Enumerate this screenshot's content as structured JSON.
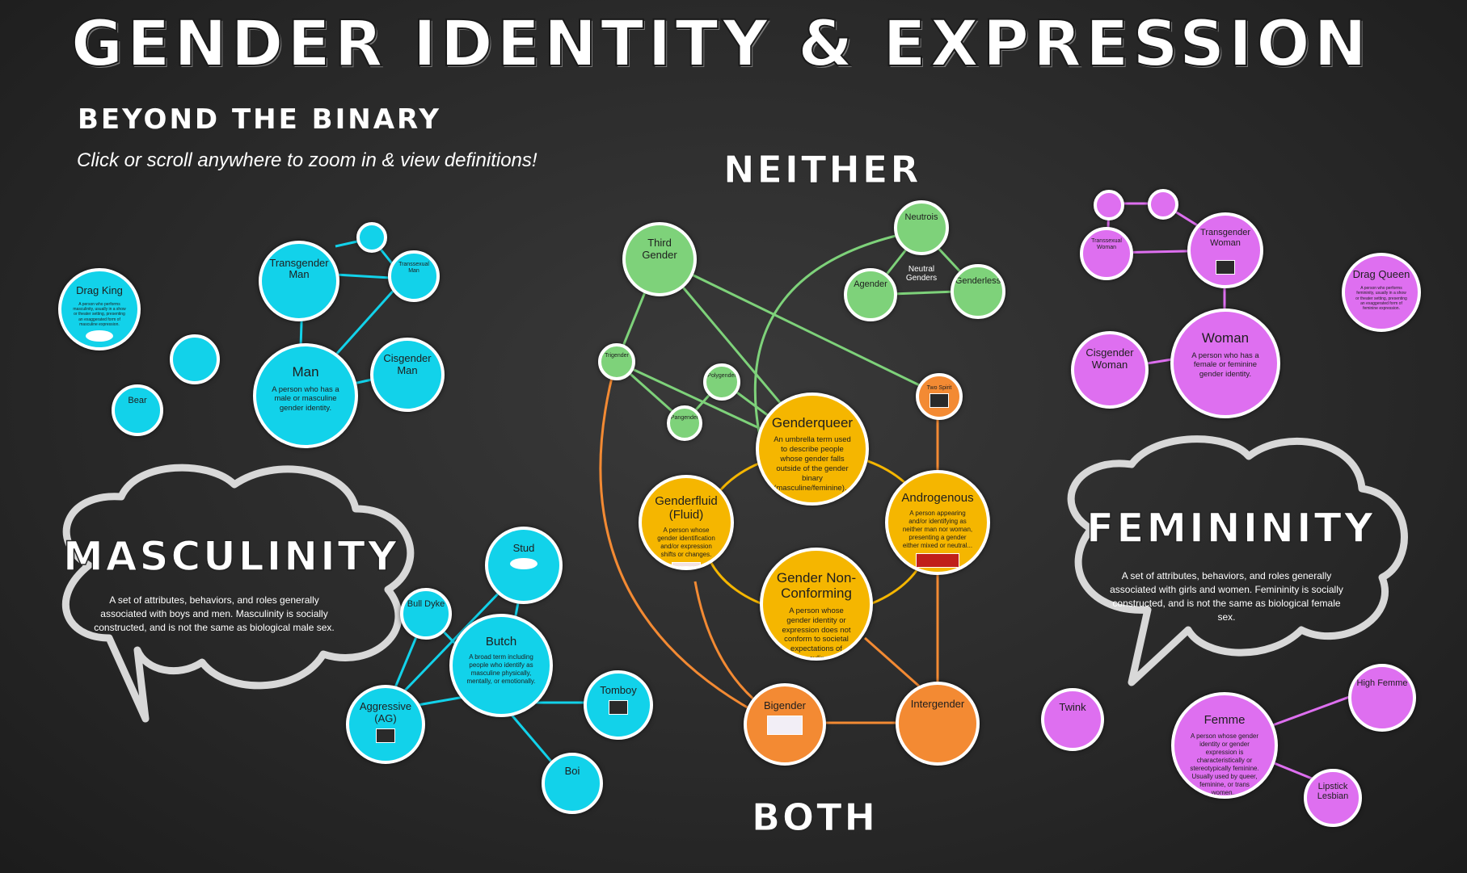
{
  "header": {
    "title": "GENDER IDENTITY & EXPRESSION",
    "subtitle": "BEYOND THE BINARY",
    "instruction": "Click or scroll anywhere to zoom in & view definitions!"
  },
  "axis": {
    "neither": "NEITHER",
    "both": "BOTH"
  },
  "masculinity": {
    "title": "MASCULINITY",
    "definition": "A set of attributes, behaviors, and roles generally associated with boys and men. Masculinity is socially constructed, and is not the same as biological male sex."
  },
  "femininity": {
    "title": "FEMININITY",
    "definition": "A set of attributes, behaviors, and roles generally associated with girls and women. Femininity is socially constructed, and is not the same as biological female sex."
  },
  "colors": {
    "masculine": "#12d2ea",
    "neither": "#7ed27a",
    "core": "#f5b600",
    "both": "#f38a33",
    "feminine": "#de6ff0",
    "background": "#2a2a2a"
  },
  "nodes": {
    "man": {
      "label": "Man",
      "def": "A person who has a male or masculine gender identity."
    },
    "transgender_man": {
      "label": "Transgender Man",
      "def": ""
    },
    "transsexual_man": {
      "label": "Transsexual Man",
      "def": ""
    },
    "cisgender_man": {
      "label": "Cisgender Man",
      "def": ""
    },
    "drag_king": {
      "label": "Drag King",
      "def": "A person who performs masculinity, usually in a show or theater setting, presenting an exaggerated form of masculine expression."
    },
    "bear": {
      "label": "Bear",
      "def": ""
    },
    "butch": {
      "label": "Butch",
      "def": "A broad term including people who identify as masculine physically, mentally, or emotionally."
    },
    "stud": {
      "label": "Stud",
      "def": ""
    },
    "bull_dyke": {
      "label": "Bull Dyke",
      "def": ""
    },
    "aggressive": {
      "label": "Aggressive (AG)",
      "def": ""
    },
    "tomboy": {
      "label": "Tomboy",
      "def": ""
    },
    "boi": {
      "label": "Boi",
      "def": ""
    },
    "third_gender": {
      "label": "Third Gender",
      "def": ""
    },
    "neutrois": {
      "label": "Neutrois",
      "def": ""
    },
    "agender": {
      "label": "Agender",
      "def": ""
    },
    "genderless": {
      "label": "Genderless",
      "def": ""
    },
    "neutral_genders": {
      "label": "Neutral Genders"
    },
    "trigender": {
      "label": "Trigender",
      "def": ""
    },
    "polygender": {
      "label": "Polygender",
      "def": ""
    },
    "pangender": {
      "label": "Pangender",
      "def": ""
    },
    "two_spirit": {
      "label": "Two Spirit",
      "def": ""
    },
    "genderqueer": {
      "label": "Genderqueer",
      "def": "An umbrella term used to describe people whose gender falls outside of the gender binary (masculine/feminine)..."
    },
    "genderfluid": {
      "label": "Genderfluid (Fluid)",
      "def": "A person whose gender identification and/or expression shifts or changes."
    },
    "androgenous": {
      "label": "Androgenous",
      "def": "A person appearing and/or identifying as neither man nor woman, presenting a gender either mixed or neutral..."
    },
    "gnc": {
      "label": "Gender Non-Conforming",
      "def": "A person whose gender identity or expression does not conform to societal expectations of masculine or feminine..."
    },
    "bigender": {
      "label": "Bigender",
      "def": ""
    },
    "intergender": {
      "label": "Intergender",
      "def": ""
    },
    "woman": {
      "label": "Woman",
      "def": "A person who has a female or feminine gender identity."
    },
    "transgender_woman": {
      "label": "Transgender Woman",
      "def": ""
    },
    "transsexual_woman": {
      "label": "Transsexual Woman",
      "def": ""
    },
    "cisgender_woman": {
      "label": "Cisgender Woman",
      "def": ""
    },
    "drag_queen": {
      "label": "Drag Queen",
      "def": "A person who performs femininity, usually in a show or theater setting, presenting an exaggerated form of feminine expression."
    },
    "twink": {
      "label": "Twink",
      "def": ""
    },
    "femme": {
      "label": "Femme",
      "def": "A person whose gender identity or gender expression is characteristically or stereotypically feminine. Usually used by queer, feminine, or trans women..."
    },
    "high_femme": {
      "label": "High Femme",
      "def": ""
    },
    "lipstick_lesbian": {
      "label": "Lipstick Lesbian",
      "def": ""
    }
  }
}
